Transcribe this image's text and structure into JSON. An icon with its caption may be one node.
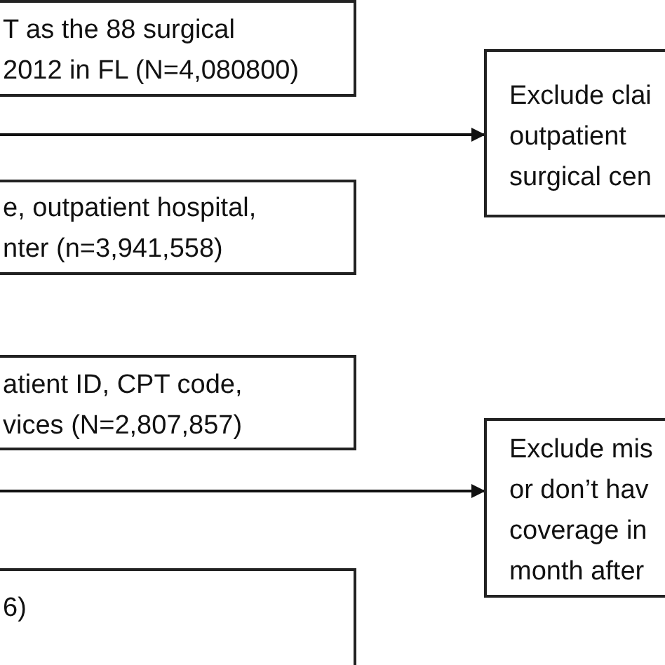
{
  "diagram": {
    "nodes": [
      {
        "text": [
          "T as the 88 surgical",
          "2012 in FL (N=4,080800)"
        ]
      },
      {
        "text": [
          "Exclude clai",
          "outpatient",
          "surgical cen"
        ]
      },
      {
        "text": [
          "e, outpatient hospital,",
          "nter (n=3,941,558)"
        ]
      },
      {
        "text": [
          "atient ID, CPT code,",
          "vices (N=2,807,857)"
        ]
      },
      {
        "text": [
          "Exclude mis",
          "or don’t hav",
          "coverage in",
          "month after"
        ]
      },
      {
        "text": [
          "6)"
        ]
      }
    ],
    "edges": [
      {
        "from": null,
        "to": 1,
        "arrow": "to"
      },
      {
        "from": null,
        "to": 4,
        "arrow": "to"
      }
    ]
  }
}
